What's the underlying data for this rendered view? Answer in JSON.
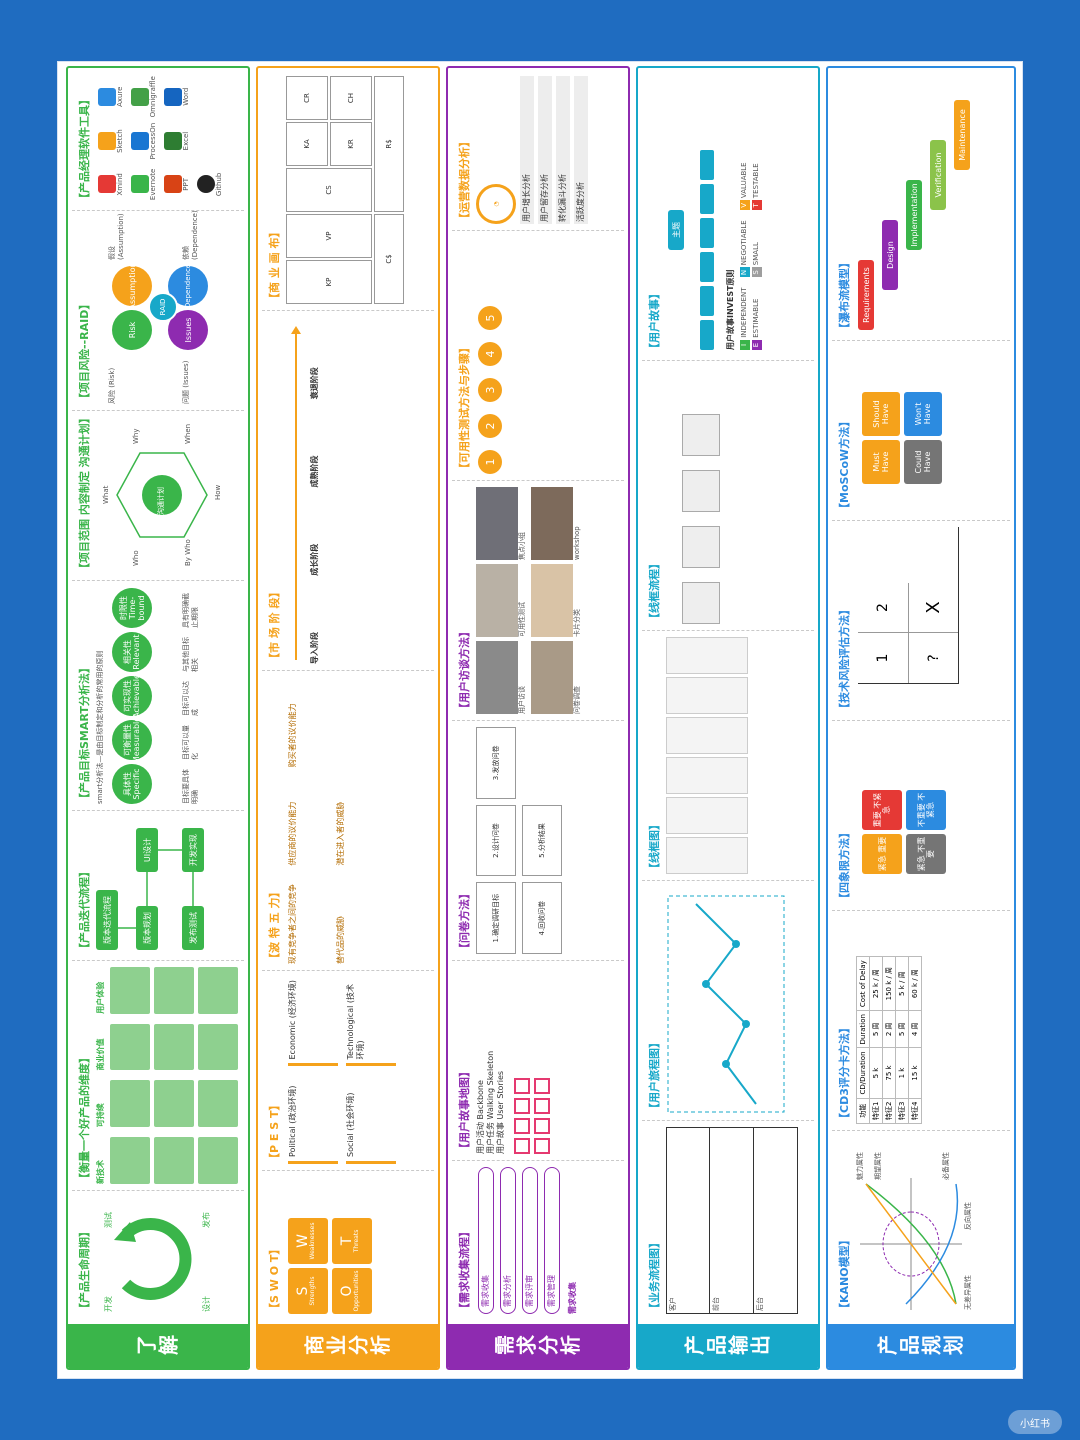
{
  "colors": {
    "background": "#1f6cc0",
    "green": "#3ab54a",
    "orange": "#f5a21b",
    "purple": "#8e2bb0",
    "cyan": "#17a8c9",
    "blue": "#2c8be0",
    "red": "#e53935"
  },
  "bands": {
    "understand": {
      "title": "了解",
      "lifecycle": {
        "title": "【产品生命周期】",
        "labels": [
          "开发",
          "测试",
          "发布",
          "设计"
        ]
      },
      "good_product": {
        "title": "【衡量一个好产品的维度】",
        "columns": [
          "新技术",
          "可持续",
          "商业价值",
          "用户体验"
        ]
      },
      "iteration": {
        "title": "【产品迭代流程】",
        "nodes": [
          "版本迭代流程",
          "版本规划",
          "发布测试",
          "UI设计",
          "开发实现"
        ]
      },
      "smart": {
        "title": "【产品目标SMART分析法】",
        "intro": "smart分析法—是由目标制定和分析的常用的原则",
        "circles": [
          "具体性 Specific",
          "可衡量性 Measurable",
          "可实现性 Achievable",
          "相关性 Relevant",
          "时限性 Time-bound"
        ],
        "notes": [
          "目标要具体明确",
          "目标可以量化",
          "目标可以达成",
          "与其他目标相关",
          "具有明确截止期限"
        ]
      },
      "plan": {
        "title": "【项目范围 内容制定 沟通计划】",
        "labels": [
          "What",
          "Why",
          "When",
          "How",
          "By Who",
          "Who"
        ],
        "center": "沟通计划"
      },
      "raid": {
        "title": "【项目风险--RAID】",
        "center": "RAID",
        "items": [
          "Risk",
          "Assumption",
          "Issues",
          "Dependence"
        ],
        "labels": [
          "风险 (Risk)",
          "问题 (Issues)",
          "假设 (Assumption)",
          "依赖 (Dependence)"
        ]
      },
      "tools": {
        "title": "【产品经理软件工具】",
        "items": [
          "Xmind",
          "Sketch",
          "Axure",
          "Evernote",
          "ProcessOn",
          "Omnigraffle",
          "PPT",
          "Excel",
          "Word",
          "Github"
        ]
      }
    },
    "business": {
      "title": "商业分析",
      "swot": {
        "title": "【S W O T】",
        "cells": [
          "S",
          "W",
          "O",
          "T"
        ],
        "words": [
          "Strengths",
          "Weaknesses",
          "Opportunities",
          "Threats"
        ]
      },
      "pest": {
        "title": "【P E S T】",
        "items": [
          "Political (政治环境)",
          "Economic (经济环境)",
          "Social (社会环境)",
          "Technological (技术环境)"
        ]
      },
      "five_forces": {
        "title": "【波 特 五 力】",
        "items": [
          "现有竞争者之间的竞争",
          "供应商的议价能力",
          "购买者的议价能力",
          "替代品的威胁",
          "潜在进入者的威胁"
        ]
      },
      "market": {
        "title": "【市 场 阶 段】",
        "items": [
          "导入阶段",
          "成长阶段",
          "成熟阶段",
          "衰退阶段"
        ]
      },
      "canvas": {
        "title": "【商 业 画 布】",
        "cells": [
          "KP",
          "KA",
          "VP",
          "CR",
          "CS",
          "KR",
          "CH",
          "C$",
          "R$"
        ]
      }
    },
    "demand": {
      "title": "需求分析",
      "collect": {
        "title": "【需求收集流程】",
        "steps": [
          "需求收集",
          "需求分析",
          "需求评审",
          "需求管理"
        ],
        "tag": "需求收集"
      },
      "story_map": {
        "title": "【用户故事地图】",
        "rows": [
          "用户活动 Backbone",
          "用户任务 Walking Skeleton",
          "用户故事 User Stories"
        ]
      },
      "survey": {
        "title": "【问卷方法】",
        "steps": [
          "1.确定调研目标",
          "2.设计问卷",
          "3.发放问卷",
          "4.回收问卷",
          "5.分析结果"
        ]
      },
      "interview": {
        "title": "【用户访谈方法】",
        "captions": [
          "用户访谈",
          "可用性测试",
          "焦点小组",
          "问卷调查",
          "卡片分类",
          "workshop"
        ]
      },
      "usability": {
        "title": "【可用性测试方法与步骤】",
        "steps": [
          "1",
          "2",
          "3",
          "4",
          "5"
        ]
      },
      "ops": {
        "title": "【运营数据分析】",
        "items": [
          "用户增长分析",
          "用户留存分析",
          "转化漏斗分析",
          "活跃度分析"
        ]
      }
    },
    "output": {
      "title": "产品输出",
      "biz_flow": {
        "title": "【业务流程图】",
        "lanes": [
          "客户",
          "前台",
          "后台"
        ]
      },
      "journey": {
        "title": "【用户旅程图】"
      },
      "wireframe": {
        "title": "【线框图】"
      },
      "page_flow": {
        "title": "【线框流程】"
      },
      "user_stories": {
        "title": "【用户故事】",
        "root": "主题"
      },
      "invest": {
        "title": "用户故事INVEST原则",
        "items": [
          "I",
          "N",
          "V",
          "E",
          "S",
          "T"
        ],
        "words": [
          "INDEPENDENT",
          "NEGOTIABLE",
          "VALUABLE",
          "ESTIMABLE",
          "SMALL",
          "TESTABLE"
        ]
      }
    },
    "planning": {
      "title": "产品规划",
      "kano": {
        "title": "【KANO模型】",
        "labels": [
          "魅力属性",
          "期望属性",
          "必备属性",
          "无差异属性",
          "反向属性"
        ]
      },
      "cd3": {
        "title": "【CD3评分卡方法】",
        "headers": [
          "功能",
          "CD/Duration",
          "Duration",
          "Cost of Delay"
        ],
        "rows": [
          [
            "特征1",
            "5 k",
            "5 周",
            "25 k / 周"
          ],
          [
            "特征2",
            "75 k",
            "2 周",
            "150 k / 周"
          ],
          [
            "特征3",
            "1 k",
            "5 周",
            "5 k / 周"
          ],
          [
            "特征4",
            "15 k",
            "4 周",
            "60 k / 周"
          ]
        ]
      },
      "quadrant": {
        "title": "【四象限方法】",
        "cells": [
          "紧急 重要",
          "重要 不紧急",
          "紧急 不重要",
          "不重要 不紧急"
        ]
      },
      "tech_risk": {
        "title": "【技术风险评估方法】",
        "cells": [
          "1",
          "2",
          "?",
          "X"
        ]
      },
      "moscow": {
        "title": "【MoSCoW方法】",
        "cells": [
          "Must Have",
          "Should Have",
          "Could Have",
          "Won't Have"
        ]
      },
      "waterfall": {
        "title": "【瀑布流模型】",
        "steps": [
          "Requirements",
          "Design",
          "Implementation",
          "Verification",
          "Maintenance"
        ]
      }
    }
  },
  "watermark": "小红书"
}
